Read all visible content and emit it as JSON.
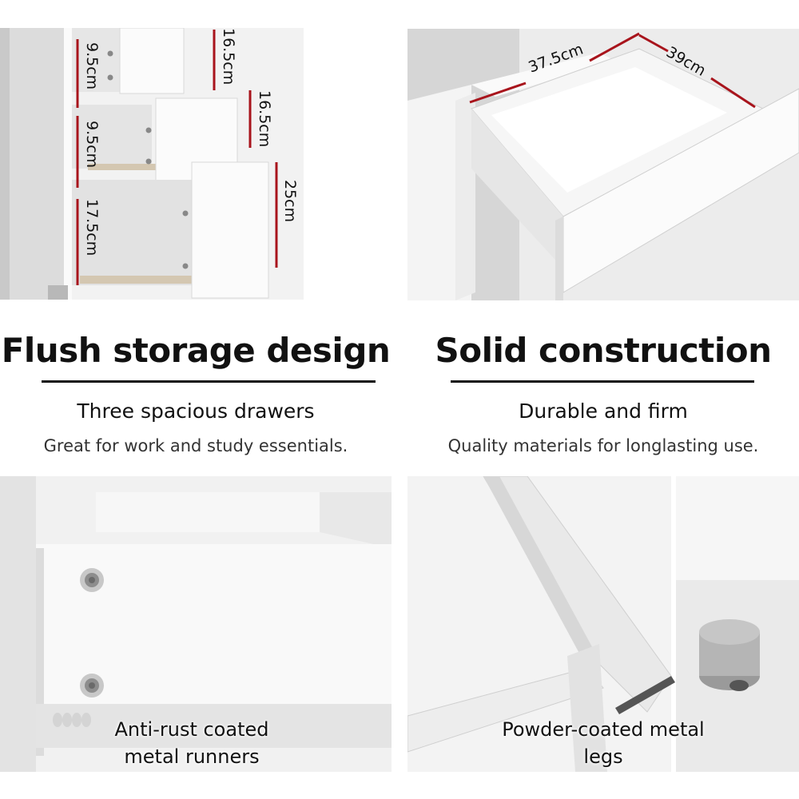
{
  "left": {
    "dimensions": {
      "top_height": "16.5cm",
      "middle_height": "16.5cm",
      "bottom_height": "25cm",
      "top_inner": "9.5cm",
      "middle_inner": "9.5cm",
      "bottom_inner": "17.5cm"
    },
    "heading": "Flush storage design",
    "subheading": "Three spacious drawers",
    "caption": "Great for work and study essentials.",
    "detail_label": "Anti-rust coated metal runners"
  },
  "right": {
    "dimensions": {
      "width": "37.5cm",
      "depth": "39cm"
    },
    "heading": "Solid construction",
    "subheading": "Durable and firm",
    "caption": "Quality materials for longlasting use.",
    "detail_label": "Powder-coated metal legs"
  },
  "colors": {
    "dimension_line": "#a8141c",
    "heading_rule": "#111111"
  }
}
